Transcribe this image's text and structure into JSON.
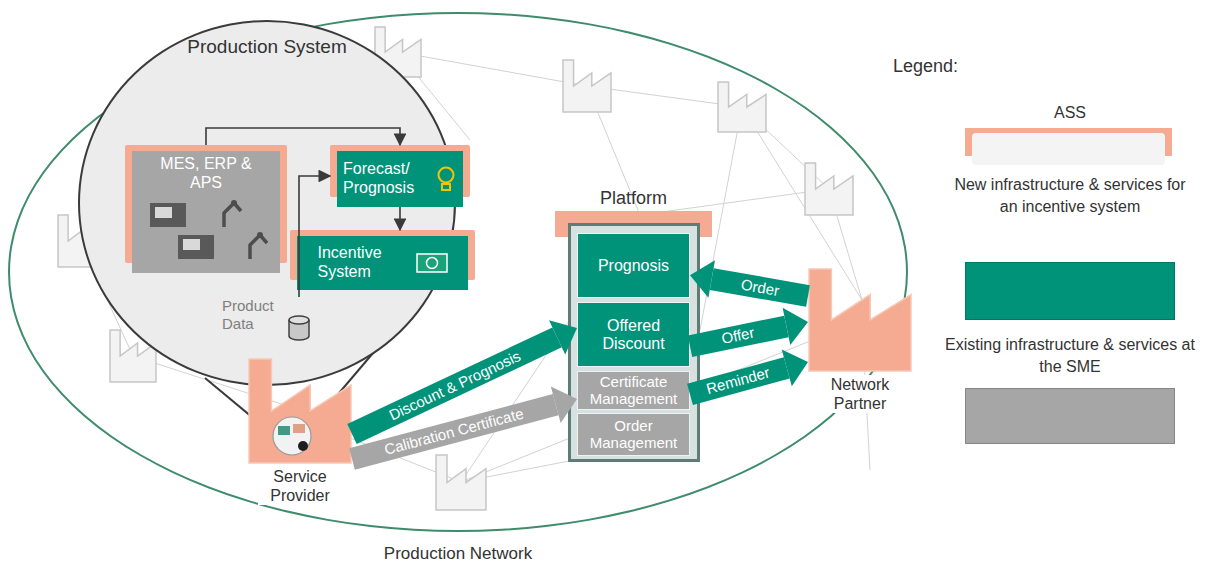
{
  "diagram": {
    "nodes": [
      {
        "text": [
          "Production Network"
        ]
      },
      {
        "text": [
          "Production System"
        ],
        "in": 0
      },
      {
        "text": [
          "MES, ERP & APS"
        ],
        "in": 1
      },
      {
        "text": [
          "Forecast/ Prognosis"
        ],
        "in": 1
      },
      {
        "text": [
          "Incentive System"
        ],
        "in": 1
      },
      {
        "text": [
          "Product Data"
        ],
        "in": 1
      },
      {
        "text": [
          "Platform"
        ],
        "in": 0
      },
      {
        "text": [
          "Prognosis"
        ],
        "in": 6
      },
      {
        "text": [
          "Offered Discount"
        ],
        "in": 6
      },
      {
        "text": [
          "Certificate Management"
        ],
        "in": 6
      },
      {
        "text": [
          "Order Management"
        ],
        "in": 6
      },
      {
        "text": [
          "Service Provider"
        ],
        "in": 0
      },
      {
        "text": [
          "Network Partner"
        ],
        "in": 0
      }
    ],
    "edges": [
      {
        "from": 2,
        "to": 3,
        "arrow": "to"
      },
      {
        "from": 5,
        "to": 3,
        "arrow": "to"
      },
      {
        "from": 3,
        "to": 4,
        "arrow": "to"
      },
      {
        "from": 11,
        "to": 8,
        "label": "Discount & Prognosis",
        "arrow": "to"
      },
      {
        "from": 11,
        "to": 9,
        "label": "Calibration Certificate",
        "arrow": "to"
      },
      {
        "from": 12,
        "to": 7,
        "label": "Order",
        "arrow": "to"
      },
      {
        "from": 8,
        "to": 12,
        "label": "Offer",
        "arrow": "to"
      },
      {
        "from": 9,
        "to": 12,
        "label": "Reminder",
        "arrow": "to"
      }
    ],
    "labels": [
      "Legend:"
    ],
    "legend": [
      {
        "text": "ASS"
      },
      {
        "text": "New infrastructure & services for an incentive system",
        "color": "#00937a"
      },
      {
        "text": "Existing infrastructure & services at the SME",
        "color": "#a6a6a6"
      }
    ]
  }
}
